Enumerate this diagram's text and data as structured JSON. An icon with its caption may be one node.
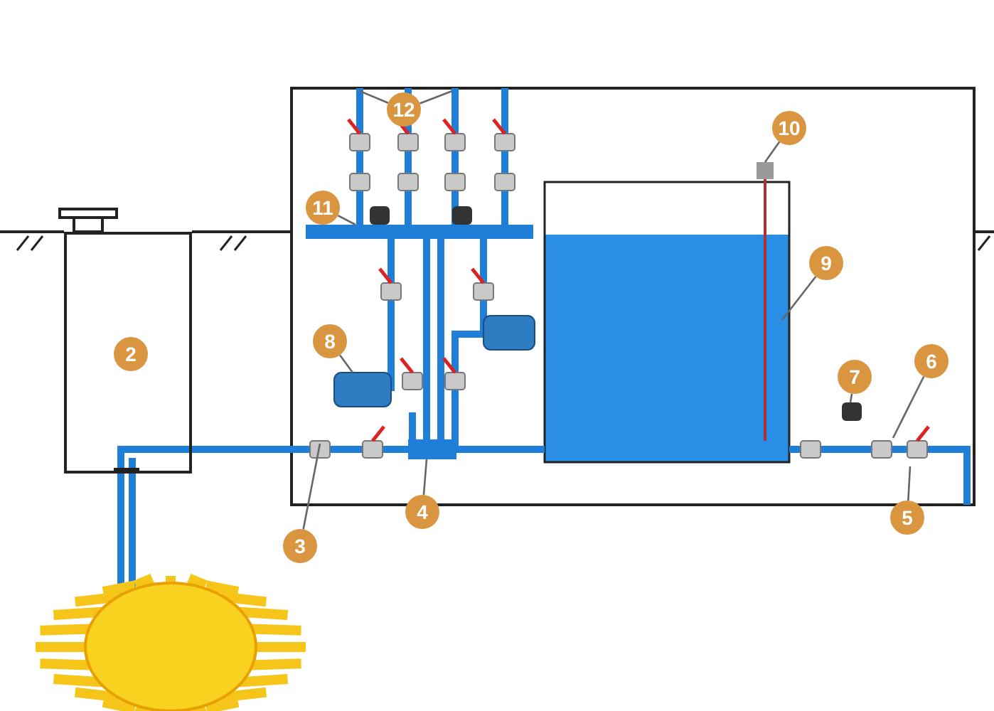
{
  "diagram": {
    "nodes": [
      {
        "text": [
          "2"
        ]
      },
      {
        "text": [
          "3"
        ]
      },
      {
        "text": [
          "4"
        ]
      },
      {
        "text": [
          "5"
        ]
      },
      {
        "text": [
          "6"
        ]
      },
      {
        "text": [
          "7"
        ]
      },
      {
        "text": [
          "8"
        ]
      },
      {
        "text": [
          "9"
        ]
      },
      {
        "text": [
          "10"
        ]
      },
      {
        "text": [
          "11"
        ]
      },
      {
        "text": [
          "12"
        ]
      }
    ],
    "edges": [
      {
        "from": 1,
        "to": null,
        "arrow": "none"
      },
      {
        "from": 2,
        "to": null,
        "arrow": "none"
      },
      {
        "from": 3,
        "to": null,
        "arrow": "none"
      },
      {
        "from": 4,
        "to": null,
        "arrow": "none"
      },
      {
        "from": 5,
        "to": null,
        "arrow": "none"
      },
      {
        "from": 6,
        "to": null,
        "arrow": "none"
      },
      {
        "from": 7,
        "to": null,
        "arrow": "none"
      },
      {
        "from": 8,
        "to": null,
        "arrow": "none"
      },
      {
        "from": 9,
        "to": null,
        "arrow": "none"
      },
      {
        "from": 10,
        "to": null,
        "arrow": "none"
      },
      {
        "from": 10,
        "to": null,
        "arrow": "none"
      }
    ]
  }
}
